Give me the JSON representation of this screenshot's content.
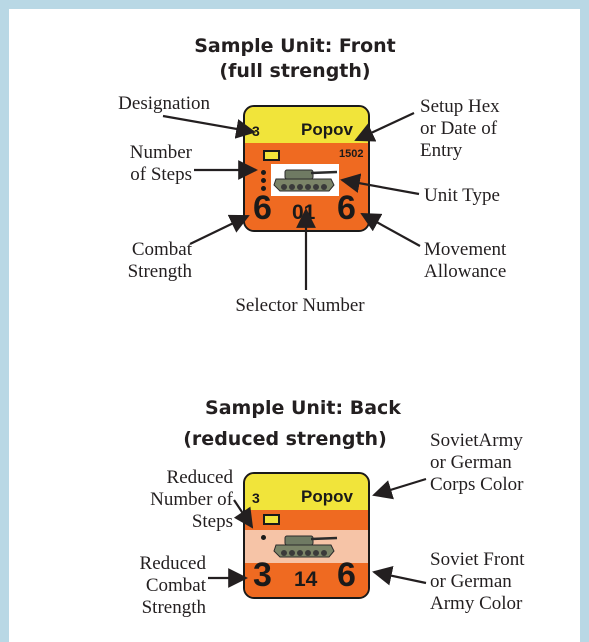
{
  "front": {
    "title_line1": "Sample Unit: Front",
    "title_line2": "(full strength)",
    "counter": {
      "designation": "3",
      "name": "Popov",
      "setup_hex": "1502",
      "combat": "6",
      "selector": "01",
      "movement": "6",
      "steps": 3
    },
    "labels": {
      "designation": "Designation",
      "steps_1": "Number",
      "steps_2": "of Steps",
      "combat_1": "Combat",
      "combat_2": "Strength",
      "selector": "Selector Number",
      "setup_1": "Setup Hex",
      "setup_2": "or Date of",
      "setup_3": "Entry",
      "unit_type": "Unit Type",
      "movement_1": "Movement",
      "movement_2": "Allowance"
    }
  },
  "back": {
    "title_line1": "Sample Unit: Back",
    "title_line2": "(reduced strength)",
    "counter": {
      "designation": "3",
      "name": "Popov",
      "combat": "3",
      "selector": "14",
      "movement": "6",
      "steps": 1
    },
    "labels": {
      "steps_1": "Reduced",
      "steps_2": "Number of",
      "steps_3": "Steps",
      "combat_1": "Reduced",
      "combat_2": "Combat",
      "combat_3": "Strength",
      "army_1": "SovietArmy",
      "army_2": "or German",
      "army_3": "Corps Color",
      "front_1": "Soviet Front",
      "front_2": "or German",
      "front_3": "Army Color"
    }
  },
  "colors": {
    "frame": "#b9d8e5",
    "counter_top": "#f1e43a",
    "counter_body": "#ef6a21",
    "reduced_band": "#f6c4a7",
    "text": "#231f20"
  },
  "icons": [
    "tank-icon",
    "step-box-icon"
  ]
}
